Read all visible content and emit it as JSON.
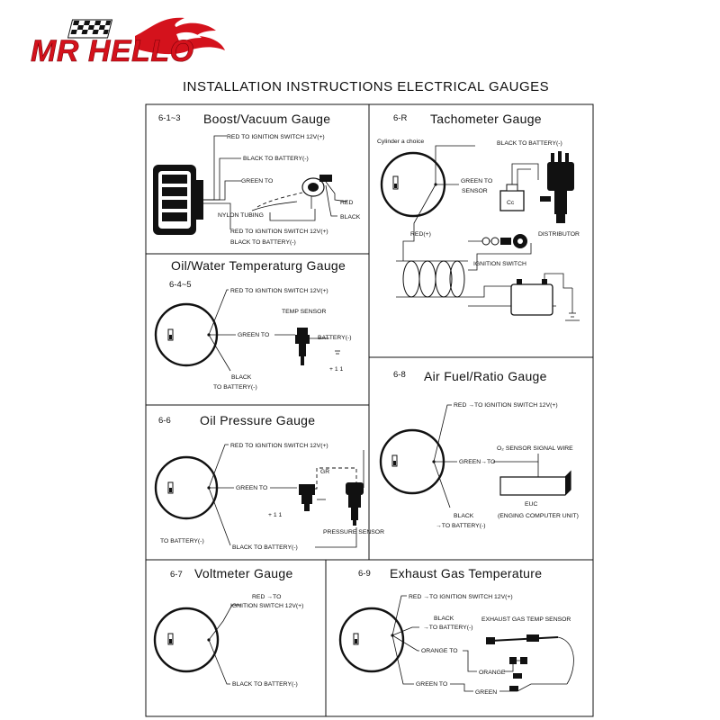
{
  "brand": {
    "name": "MR HELLO",
    "color": "#d4121c"
  },
  "header": {
    "title": "INSTALLATION INSTRUCTIONS ELECTRICAL GAUGES"
  },
  "panels": {
    "boost": {
      "number": "6-1~3",
      "title": "Boost/Vacuum Gauge",
      "labels": [
        "RED  TO IGNITION SWITCH 12V(+)",
        "BLACK  TO BATTERY(-)",
        "GREEN TO",
        "RED",
        "BLACK",
        "NYLON TUBING",
        "RED  TO IGNITION SWITCH 12V(+)",
        "BLACK  TO BATTERY(-)"
      ]
    },
    "tacho": {
      "number": "6-R",
      "title": "Tachometer Gauge",
      "labels": [
        "Cylinder a choice",
        "BLACK TO BATTERY(-)",
        "GREEN TO",
        "SENSOR",
        "RED(+)",
        "DISTRIBUTOR",
        "IGNITION SWITCH",
        "Cc"
      ]
    },
    "oilwater": {
      "number": "6-4~5",
      "title": "Oil/Water Temperaturg Gauge",
      "labels": [
        "RED TO IGNITION SWITCH 12V(+)",
        "TEMP SENSOR",
        "GREEN TO",
        "BATTERY(-)",
        "BLACK",
        "TO BATTERY(-)"
      ]
    },
    "airfuel": {
      "number": "6-8",
      "title": "Air Fuel/Ratio Gauge",
      "labels": [
        "RED →TO IGNITION SWITCH 12V(+)",
        "O₂ SENSOR SIGNAL WIRE",
        "GREEN→TO",
        "BLACK",
        "→TO BATTERY(-)",
        "EUC",
        "(ENGING COMPUTER UNIT)"
      ]
    },
    "oilpressure": {
      "number": "6-6",
      "title": "Oil Pressure Gauge",
      "labels": [
        "RED TO IGNITION SWITCH 12V(+)",
        "GREEN TO",
        "TO BATTERY(-)",
        "BLACK TO BATTERY(-)",
        "PRESSURE SENSOR"
      ]
    },
    "volt": {
      "number": "6-7",
      "title": "Voltmeter Gauge",
      "labels": [
        "RED →TO",
        "IGNITION SWITCH 12V(+)",
        "BLACK TO BATTERY(-)"
      ]
    },
    "egt": {
      "number": "6-9",
      "title": "Exhaust Gas Temperature",
      "labels": [
        "RED →TO IGNITION SWITCH 12V(+)",
        "BLACK",
        "→TO BATTERY(-)",
        "EXHAUST GAS TEMP SENSOR",
        "ORANGE TO",
        "ORANGE",
        "GREEN TO",
        "GREEN"
      ]
    }
  }
}
